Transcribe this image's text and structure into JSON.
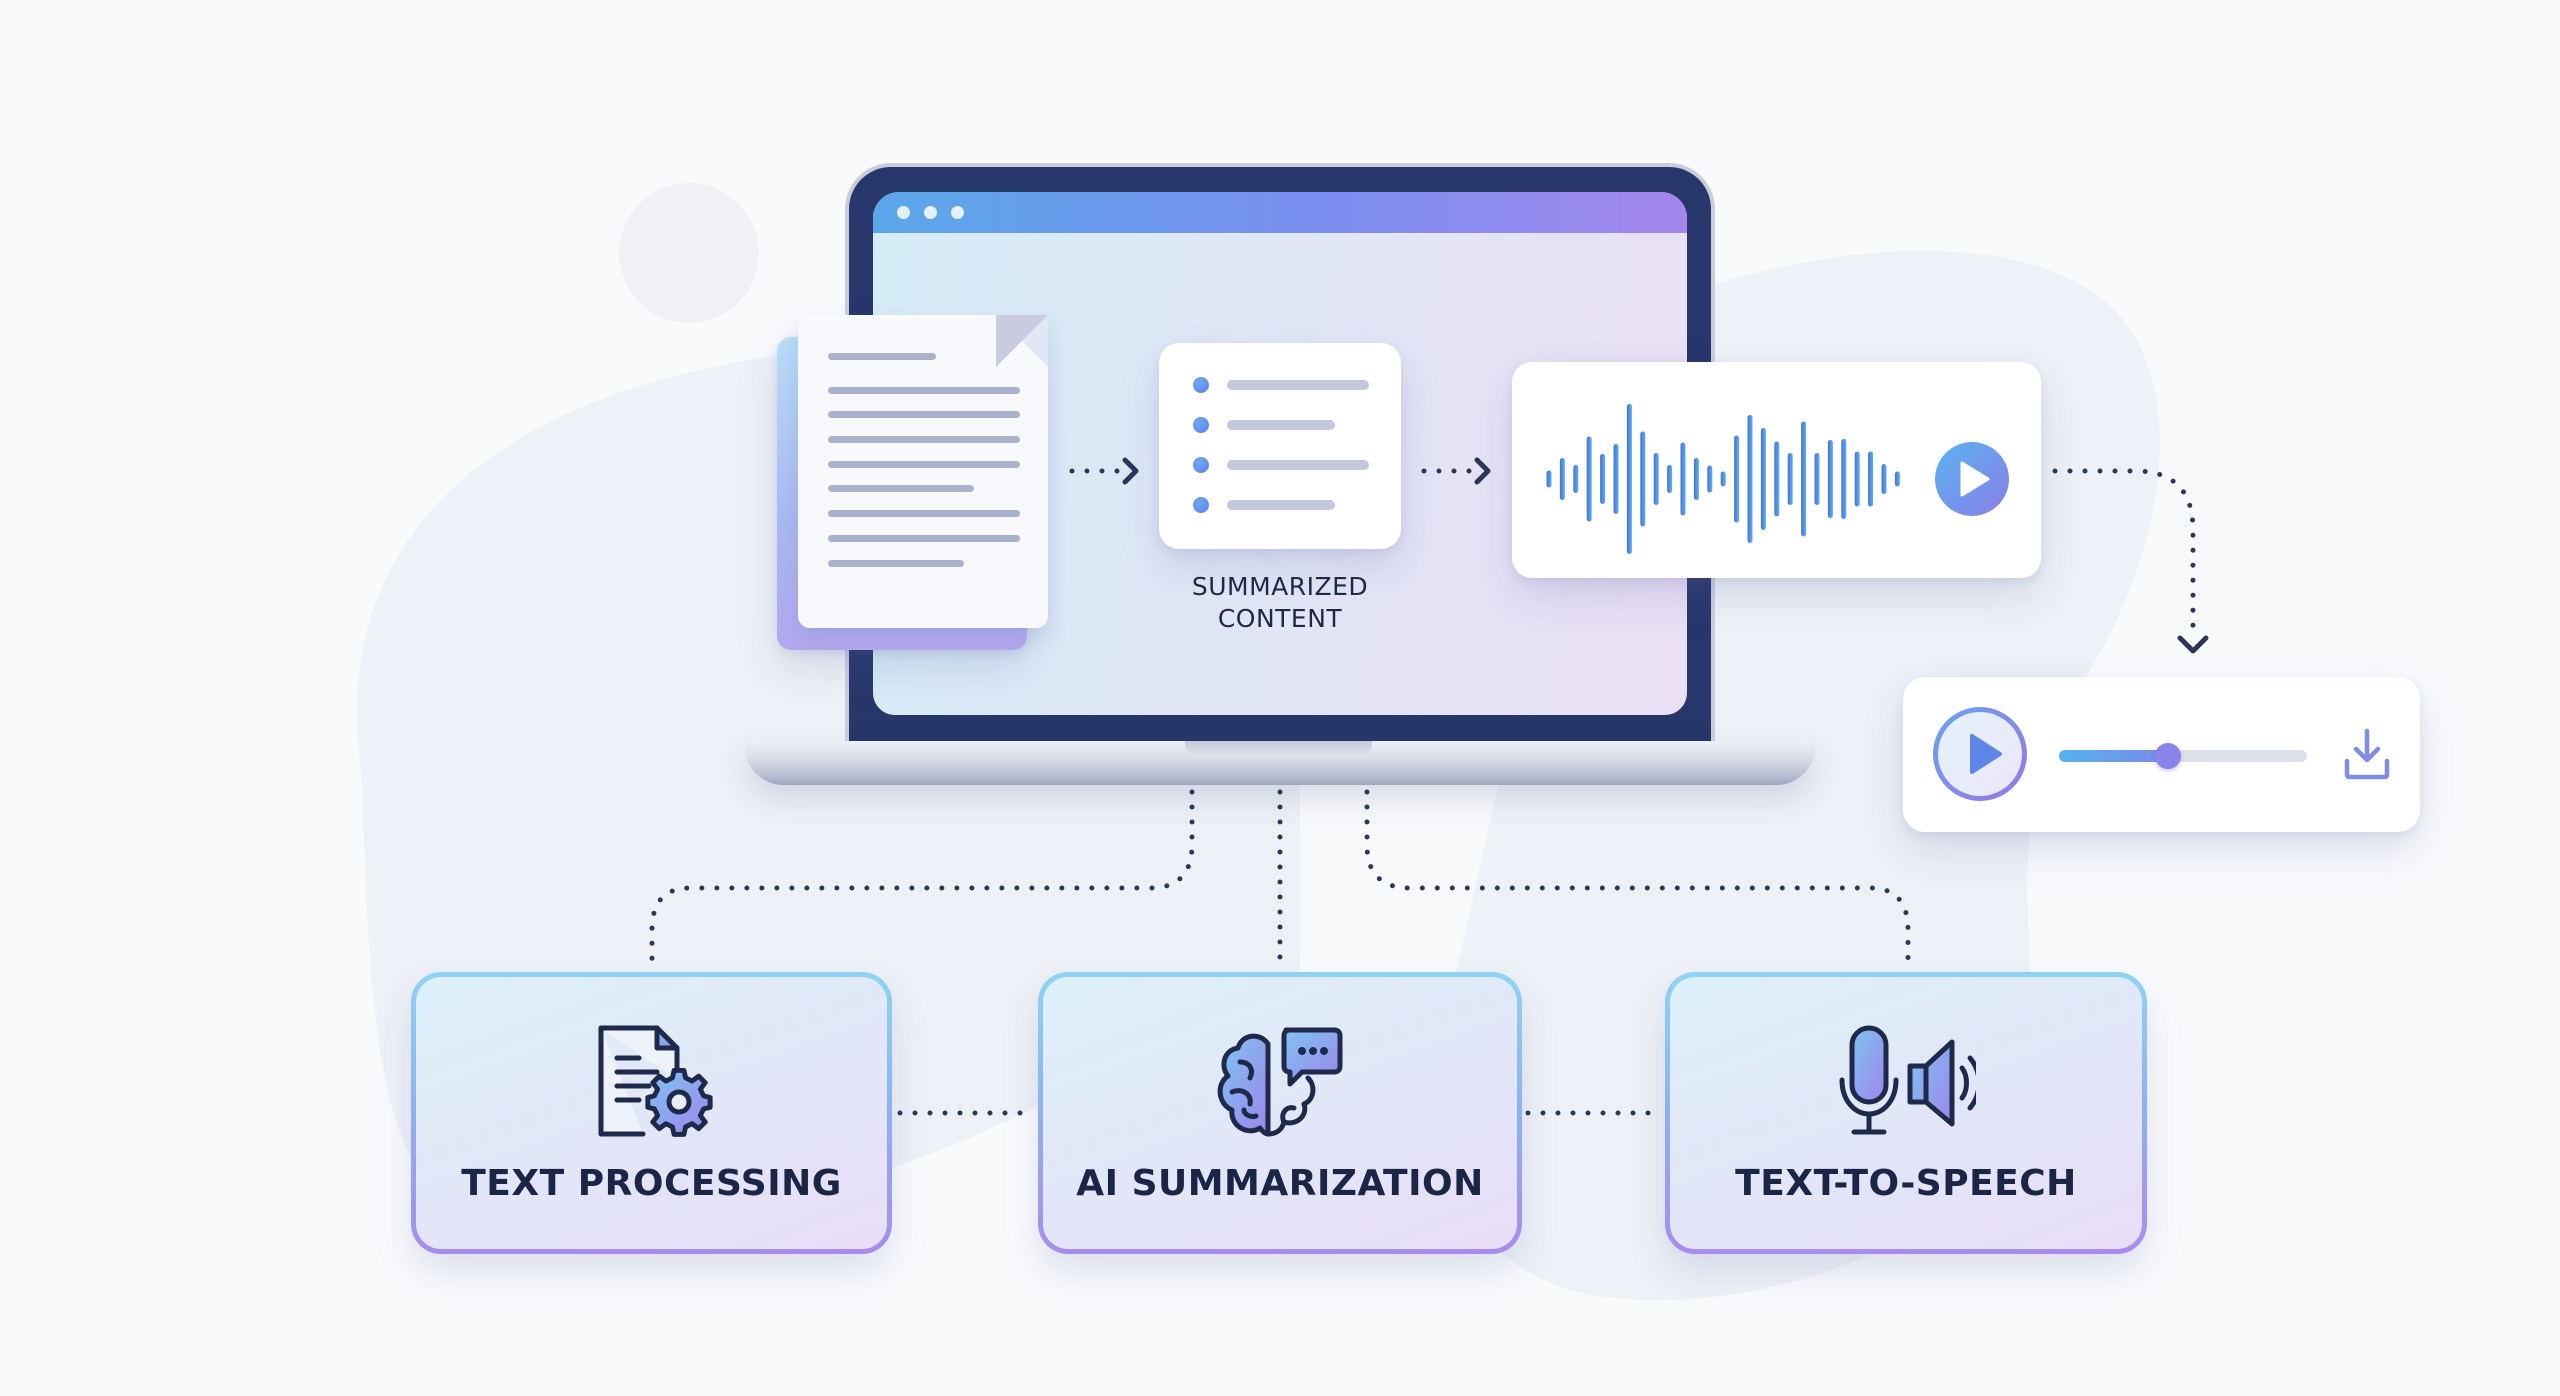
{
  "diagram": {
    "title": "Text to Speech Summarization Pipeline",
    "laptop": {
      "window_controls": [
        "dot",
        "dot",
        "dot"
      ]
    },
    "source_document": {
      "icon": "document-icon",
      "line_count": 9
    },
    "summary_card": {
      "label_line1": "SUMMARIZED",
      "label_line2": "CONTENT",
      "bullet_count": 4,
      "icon": "bullet-list-icon"
    },
    "audio_card": {
      "icon": "waveform-icon",
      "play_icon": "play-icon",
      "waveform_bar_heights": [
        17,
        42,
        28,
        85,
        50,
        70,
        150,
        95,
        52,
        28,
        73,
        42,
        27,
        15,
        87,
        128,
        102,
        75,
        52,
        115,
        52,
        78,
        80,
        55,
        55,
        30,
        15
      ]
    },
    "audio_player": {
      "play_icon": "play-icon",
      "progress_fraction": 0.44,
      "download_icon": "download-icon"
    },
    "features": [
      {
        "label": "TEXT PROCESSING",
        "icon": "document-gear-icon"
      },
      {
        "label": "AI SUMMARIZATION",
        "icon": "brain-chat-icon"
      },
      {
        "label": "TEXT-TO-SPEECH",
        "icon": "microphone-speaker-icon"
      }
    ],
    "colors": {
      "accent_blue": "#5b8ee8",
      "accent_purple": "#9a7be8",
      "laptop_frame": "#27376b",
      "text_dark": "#1b2647",
      "connector": "#2c3658"
    }
  }
}
